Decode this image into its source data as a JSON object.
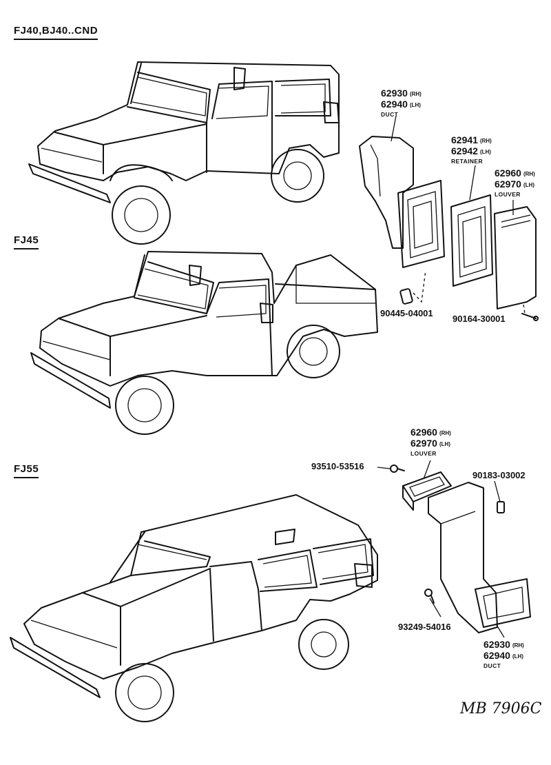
{
  "sections": [
    {
      "title": "FJ40,BJ40..CND"
    },
    {
      "title": "FJ45"
    },
    {
      "title": "FJ55"
    }
  ],
  "callouts": [
    {
      "rh": "62930",
      "lh": "62940",
      "rh_sfx": "(RH)",
      "lh_sfx": "(LH)",
      "name": "DUCT"
    },
    {
      "rh": "62941",
      "lh": "62942",
      "rh_sfx": "(RH)",
      "lh_sfx": "(LH)",
      "name": "RETAINER"
    },
    {
      "rh": "62960",
      "lh": "62970",
      "rh_sfx": "(RH)",
      "lh_sfx": "(LH)",
      "name": "LOUVER"
    },
    {
      "rh": "62960",
      "lh": "62970",
      "rh_sfx": "(RH)",
      "lh_sfx": "(LH)",
      "name": "LOUVER"
    },
    {
      "rh": "62930",
      "lh": "62940",
      "rh_sfx": "(RH)",
      "lh_sfx": "(LH)",
      "name": "DUCT"
    }
  ],
  "parts": [
    "90445-04001",
    "90164-30001",
    "93510-53516",
    "90183-03002",
    "93249-54016"
  ],
  "signature": "MB 7906C"
}
